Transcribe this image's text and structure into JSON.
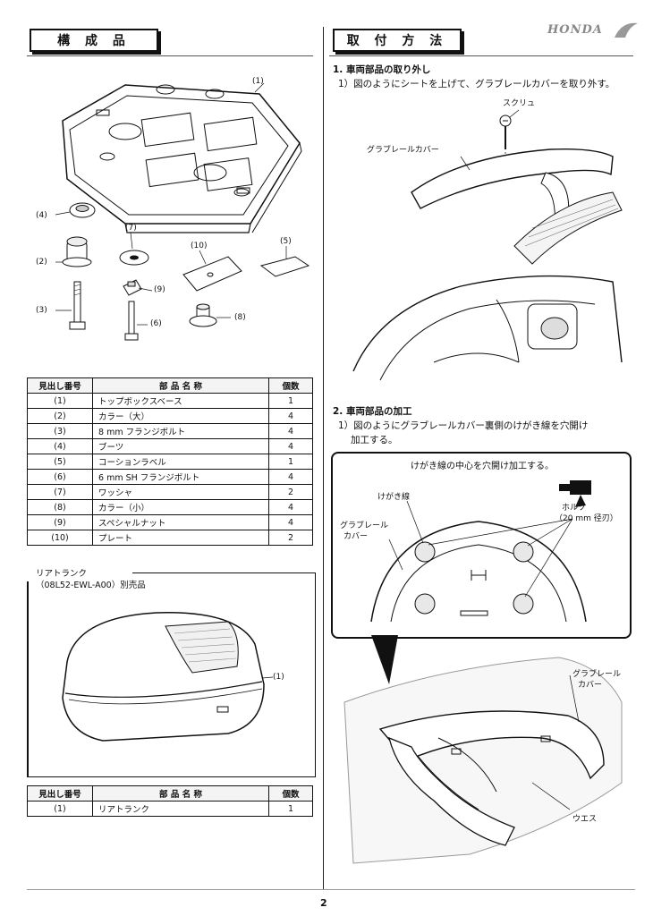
{
  "header": {
    "left_title": "構 成 品",
    "right_title": "取 付 方 法",
    "brand": "HONDA"
  },
  "left": {
    "callouts": [
      "(1)",
      "(2)",
      "(3)",
      "(4)",
      "(5)",
      "(6)",
      "(7)",
      "(8)",
      "(9)",
      "(10)"
    ],
    "parts_table": {
      "headers": [
        "見出し番号",
        "部 品 名 称",
        "個数"
      ],
      "rows": [
        [
          "(1)",
          "トップボックスベース",
          "1"
        ],
        [
          "(2)",
          "カラー（大）",
          "4"
        ],
        [
          "(3)",
          "8 mm フランジボルト",
          "4"
        ],
        [
          "(4)",
          "ブーツ",
          "4"
        ],
        [
          "(5)",
          "コーションラベル",
          "1"
        ],
        [
          "(6)",
          "6 mm SH フランジボルト",
          "4"
        ],
        [
          "(7)",
          "ワッシャ",
          "2"
        ],
        [
          "(8)",
          "カラー（小）",
          "4"
        ],
        [
          "(9)",
          "スペシャルナット",
          "4"
        ],
        [
          "(10)",
          "プレート",
          "2"
        ]
      ]
    },
    "trunk_section": {
      "title": "リアトランク",
      "subtitle": "（08L52-EWL-A00）別売品",
      "callout": "(1)"
    },
    "trunk_table": {
      "headers": [
        "見出し番号",
        "部 品 名 称",
        "個数"
      ],
      "rows": [
        [
          "(1)",
          "リアトランク",
          "1"
        ]
      ]
    }
  },
  "right": {
    "step1": {
      "heading": "1.  車両部品の取り外し",
      "instruction": "1）図のようにシートを上げて、グラブレールカバーを取り外す。",
      "label_screw": "スクリュ",
      "label_cover": "グラブレールカバー"
    },
    "step2": {
      "heading": "2.  車両部品の加工",
      "instruction_line1": "1）図のようにグラブレールカバー裏側のけがき線を穴開け",
      "instruction_line2": "加工する。",
      "detail_title": "けがき線の中心を穴開け加工する。",
      "label_scribe": "けがき線",
      "label_cover_line1": "グラブレール",
      "label_cover_line2": "カバー",
      "label_holesaw": "ホルソ",
      "label_holesaw_size": "（20 mm 径刃）",
      "label_bottom_cover_line1": "グラブレール",
      "label_bottom_cover_line2": "カバー",
      "label_waste": "ウエス"
    }
  },
  "page_number": "2"
}
